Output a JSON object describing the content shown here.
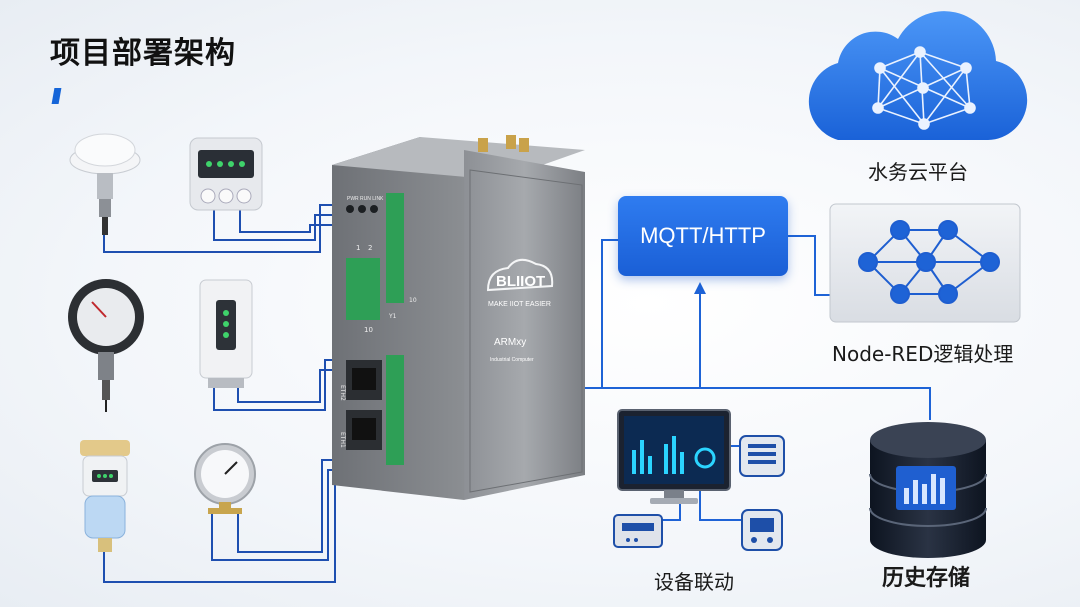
{
  "title": "项目部署架构",
  "colors": {
    "accent": "#1565d8",
    "line": "#1e63d6",
    "cloud": "#2f7cf0"
  },
  "cloud_label": "水务云平台",
  "protocol_box": "MQTT/HTTP",
  "nodered_label": "Node-RED逻辑处理",
  "storage_label": "历史存储",
  "linkage_label": "设备联动",
  "gateway": {
    "brand": "BLIIOT",
    "slogan": "MAKE IIOT EASIER",
    "model": "ARMxy",
    "subtitle": "Industrial Computer",
    "leds": "PWR  RUN  LINK",
    "port1": "ETH2",
    "port2": "ETH1",
    "num1": "1",
    "num2": "2",
    "num3": "10",
    "num4": "Y1",
    "num5": "10"
  },
  "sensors": [
    {
      "icon": "gnss-antenna-sensor-icon"
    },
    {
      "icon": "level-display-sensor-icon"
    },
    {
      "icon": "pressure-gauge-icon"
    },
    {
      "icon": "wall-sensor-icon"
    },
    {
      "icon": "water-meter-icon"
    },
    {
      "icon": "dial-gauge-icon"
    }
  ]
}
